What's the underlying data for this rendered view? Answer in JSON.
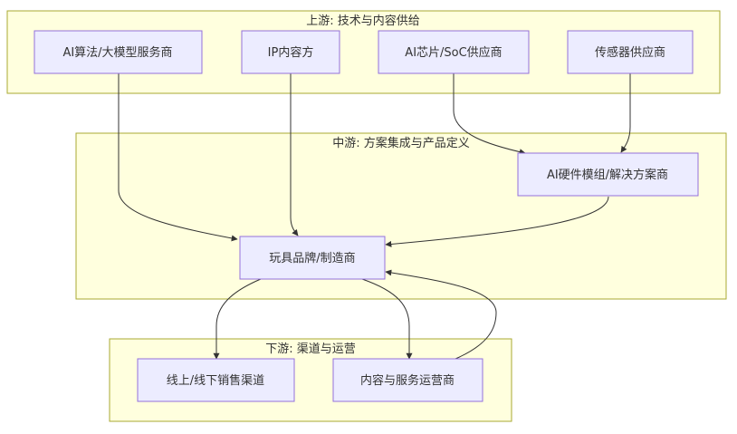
{
  "clusters": {
    "upstream": "上游: 技术与内容供给",
    "midstream": "中游: 方案集成与产品定义",
    "downstream": "下游: 渠道与运营"
  },
  "nodes": {
    "ai_algo": "AI算法/大模型服务商",
    "ip_content": "IP内容方",
    "ai_chip": "AI芯片/SoC供应商",
    "sensor": "传感器供应商",
    "ai_hw_module": "AI硬件模组/解决方案商",
    "toy_brand": "玩具品牌/制造商",
    "sales_channel": "线上/线下销售渠道",
    "content_ops": "内容与服务运营商"
  },
  "edges": [
    {
      "from": "ai_algo",
      "to": "toy_brand"
    },
    {
      "from": "ip_content",
      "to": "toy_brand"
    },
    {
      "from": "ai_chip",
      "to": "ai_hw_module"
    },
    {
      "from": "sensor",
      "to": "ai_hw_module"
    },
    {
      "from": "ai_hw_module",
      "to": "toy_brand"
    },
    {
      "from": "toy_brand",
      "to": "sales_channel"
    },
    {
      "from": "toy_brand",
      "to": "content_ops"
    },
    {
      "from": "content_ops",
      "to": "toy_brand"
    }
  ]
}
